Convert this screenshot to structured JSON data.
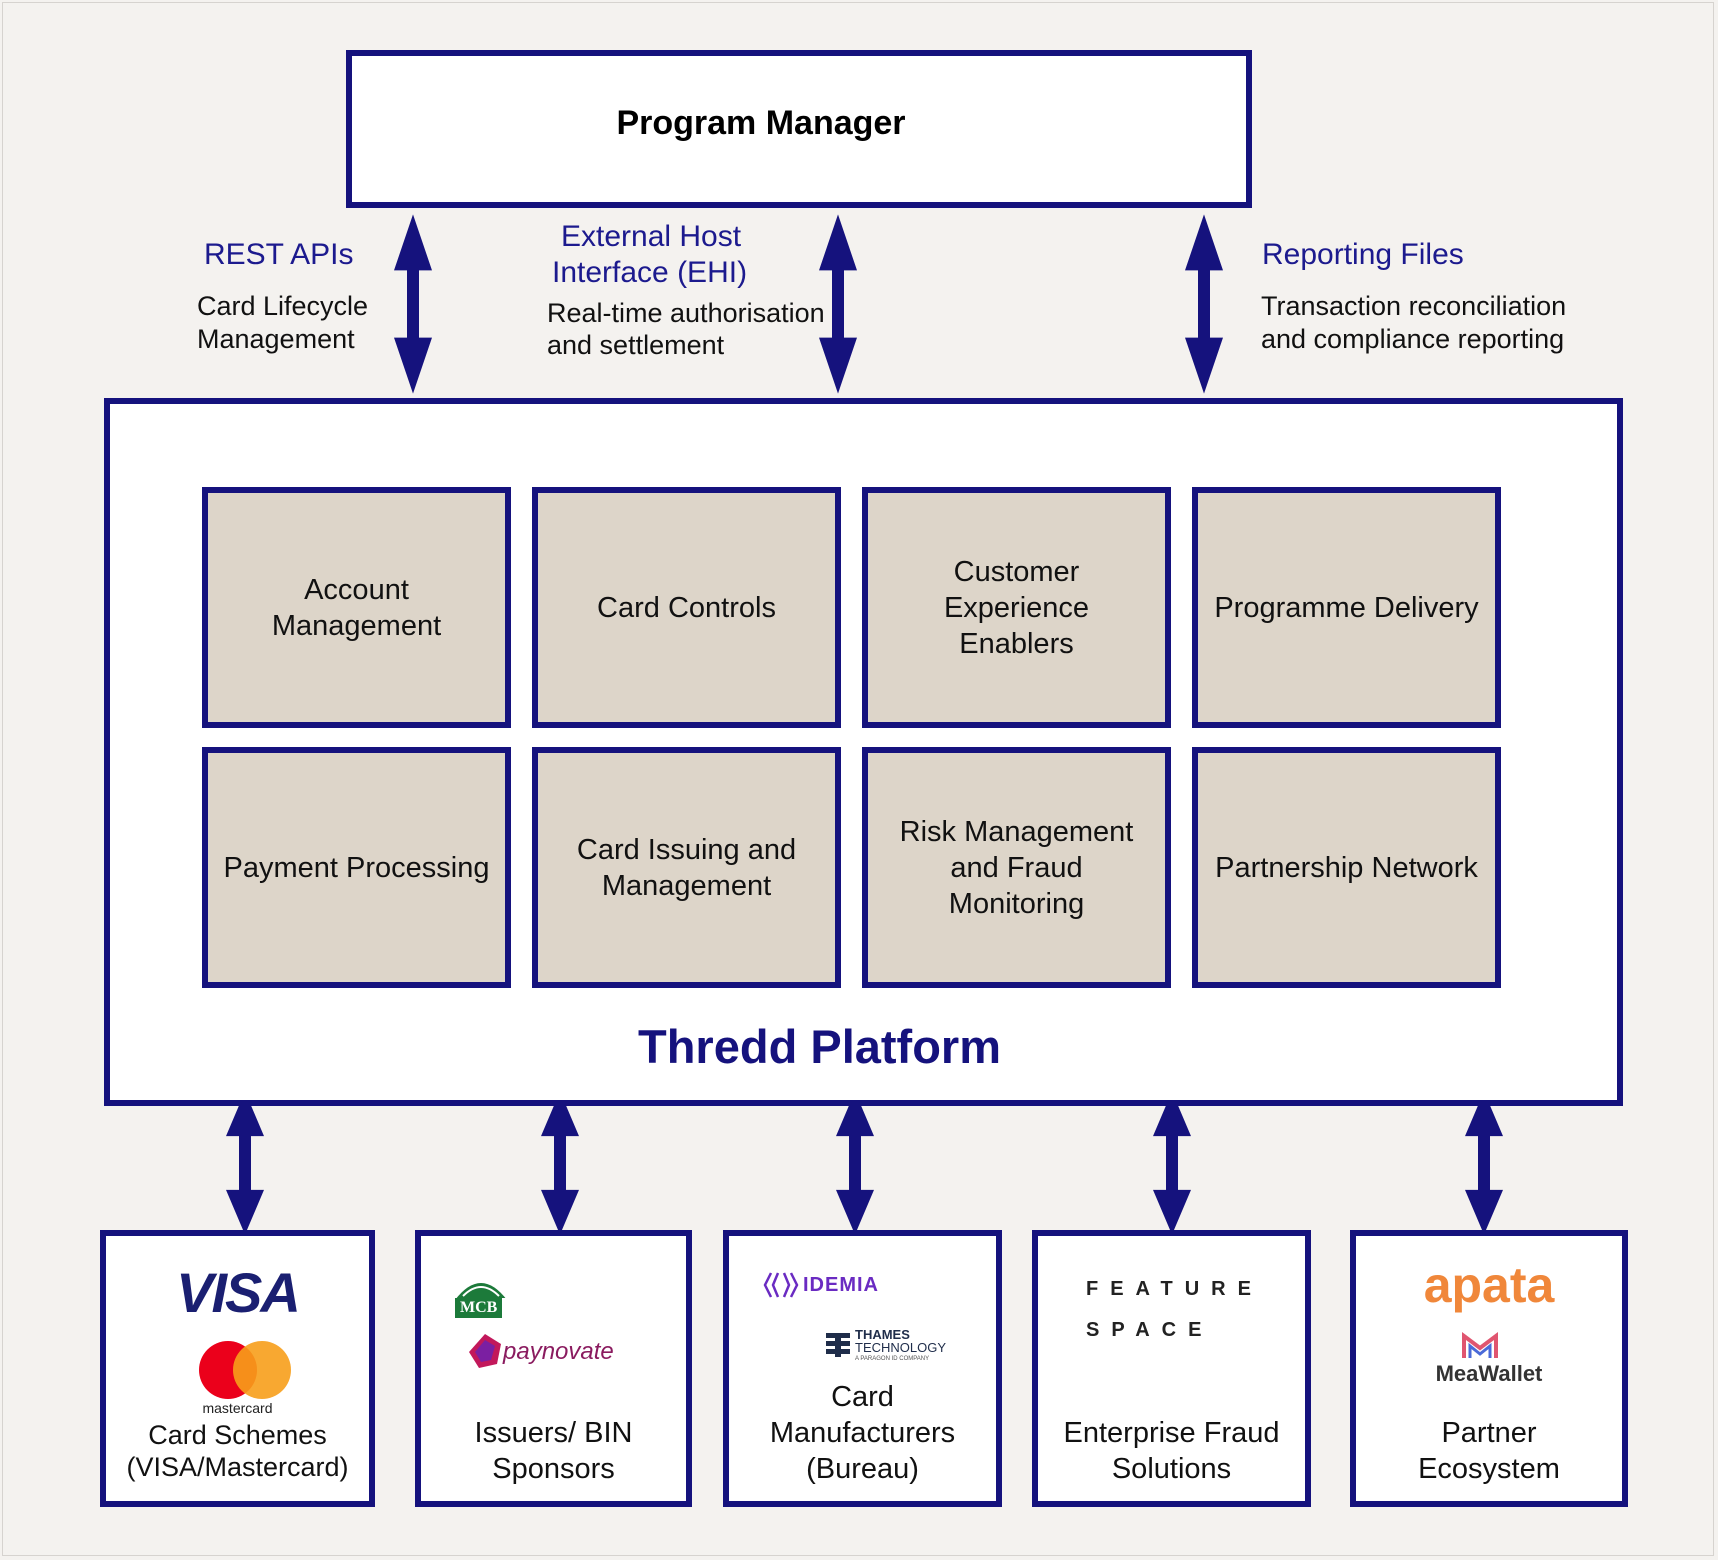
{
  "program_manager": {
    "title": "Program Manager"
  },
  "interfaces": {
    "rest": {
      "title": "REST APIs",
      "desc_line1": "Card Lifecycle",
      "desc_line2": "Management"
    },
    "ehi": {
      "title_line1": "External Host",
      "title_line2": "Interface (EHI)",
      "desc_line1": "Real-time authorisation",
      "desc_line2": "and settlement"
    },
    "reporting": {
      "title": "Reporting Files",
      "desc_line1": "Transaction reconciliation",
      "desc_line2": "and compliance reporting"
    }
  },
  "platform": {
    "title": "Thredd Platform",
    "modules": [
      {
        "line1": "Account",
        "line2": "Management",
        "line3": ""
      },
      {
        "line1": "Card Controls",
        "line2": "",
        "line3": ""
      },
      {
        "line1": "Customer",
        "line2": "Experience",
        "line3": "Enablers"
      },
      {
        "line1": "Programme Delivery",
        "line2": "",
        "line3": ""
      },
      {
        "line1": "Payment Processing",
        "line2": "",
        "line3": ""
      },
      {
        "line1": "Card Issuing and",
        "line2": "Management",
        "line3": ""
      },
      {
        "line1": "Risk Management",
        "line2": "and Fraud",
        "line3": "Monitoring"
      },
      {
        "line1": "Partnership Network",
        "line2": "",
        "line3": ""
      }
    ]
  },
  "partners": [
    {
      "line1": "Card Schemes",
      "line2": "(VISA/Mastercard)",
      "line3": "",
      "logos": [
        "VISA",
        "mastercard"
      ]
    },
    {
      "line1": "Issuers/ BIN",
      "line2": "Sponsors",
      "line3": "",
      "logos": [
        "MCB",
        "paynovate"
      ]
    },
    {
      "line1": "Card",
      "line2": "Manufacturers",
      "line3": "(Bureau)",
      "logos": [
        "IDEMIA",
        "THAMES",
        "TECHNOLOGY",
        "A PARAGON ID COMPANY"
      ]
    },
    {
      "line1": "Enterprise Fraud",
      "line2": "Solutions",
      "line3": "",
      "logos": [
        "FEATURE",
        "SPACE"
      ]
    },
    {
      "line1": "Partner",
      "line2": "Ecosystem",
      "line3": "",
      "logos": [
        "apata",
        "MeaWallet"
      ]
    }
  ],
  "colors": {
    "navy": "#15127d",
    "module_fill": "#ddd5c9",
    "background": "#f4f2ef",
    "apata_orange": "#f0873a",
    "mastercard_red": "#eb001b",
    "mastercard_yellow": "#f79e1b",
    "visa_blue": "#1a1f71",
    "mcb_green": "#1c7a3a",
    "idemia_purple": "#6a2bc2"
  }
}
